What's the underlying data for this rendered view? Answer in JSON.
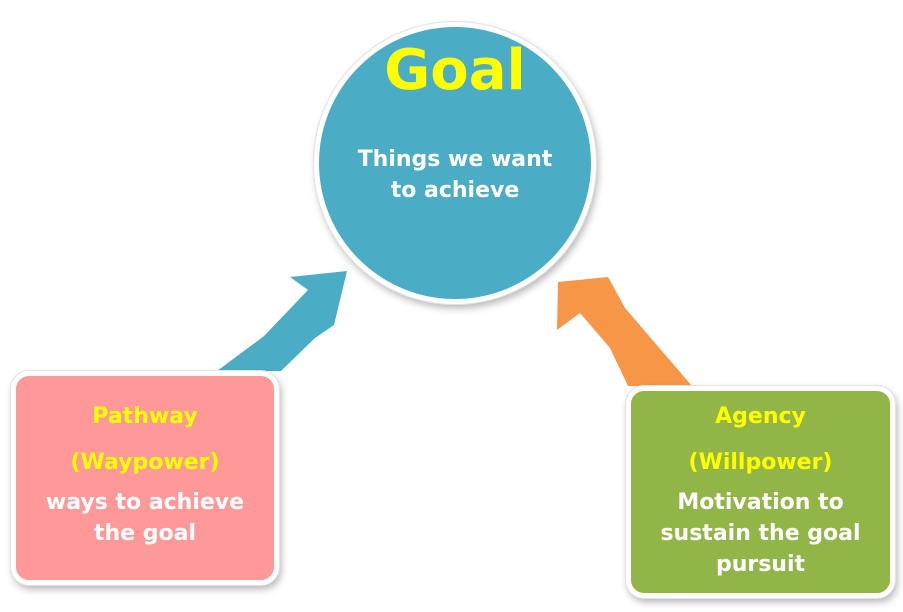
{
  "goal": {
    "title": "Goal",
    "description": "Things we want to achieve"
  },
  "pathway": {
    "title": "Pathway",
    "subtitle": "(Waypower)",
    "description": "ways to achieve the goal"
  },
  "agency": {
    "title": "Agency",
    "subtitle": "(Willpower)",
    "description": "Motivation to sustain the goal pursuit"
  },
  "colors": {
    "goal_fill": "#4bacc6",
    "goal_title": "#ffff00",
    "pathway_fill": "#ff9999",
    "agency_fill": "#92b548",
    "pathway_arrow": "#4bacc6",
    "agency_arrow": "#f79646",
    "label_yellow": "#ffff00",
    "text_white": "#ffffff"
  }
}
